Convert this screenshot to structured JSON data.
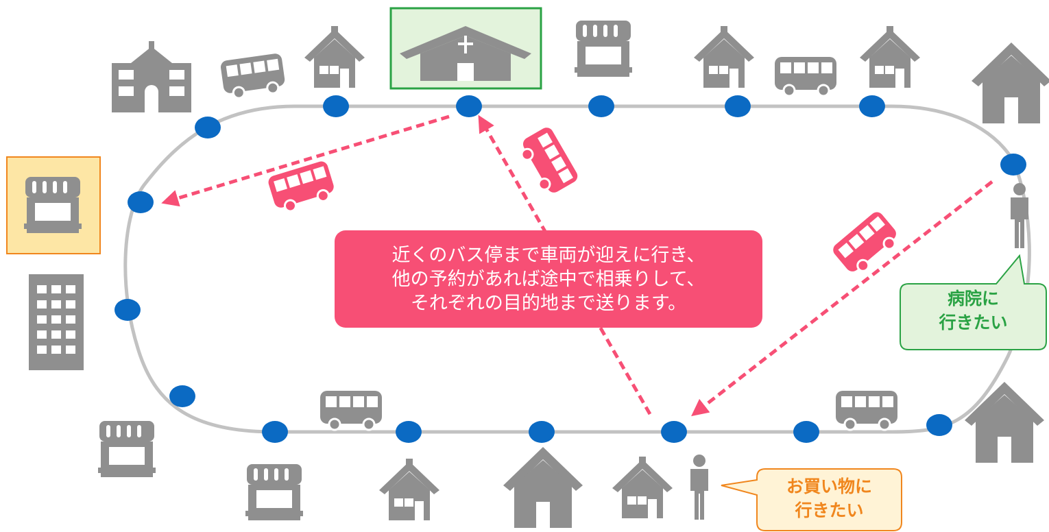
{
  "callout": {
    "lines": [
      "近くのバス停まで車両が迎えに行き、",
      "他の予約があれば途中で相乗りして、",
      "それぞれの目的地まで送ります。"
    ]
  },
  "bubbles": {
    "hospital": {
      "lines": [
        "病院に",
        "行きたい"
      ],
      "color": "#2aa244",
      "fill": "#e3f3dc"
    },
    "shopping": {
      "lines": [
        "お買い物に",
        "行きたい"
      ],
      "color": "#f0861d",
      "fill": "#fff3d6"
    }
  },
  "colors": {
    "route": "#c2c2c2",
    "stop": "#0b6ac3",
    "icon": "#8f8f8f",
    "dispatch": "#f74f75",
    "church_highlight_fill": "#e3f3dc",
    "church_highlight_border": "#2aa244",
    "shop_highlight_fill": "#fde6a5",
    "shop_highlight_border": "#f0861d"
  },
  "icons": {
    "destinations": [
      "school-icon",
      "church-icon",
      "shop-icon",
      "house-icon",
      "building-icon"
    ],
    "vehicles": [
      "bus-icon",
      "on-demand-bus-icon"
    ],
    "people": [
      "person-icon"
    ]
  }
}
